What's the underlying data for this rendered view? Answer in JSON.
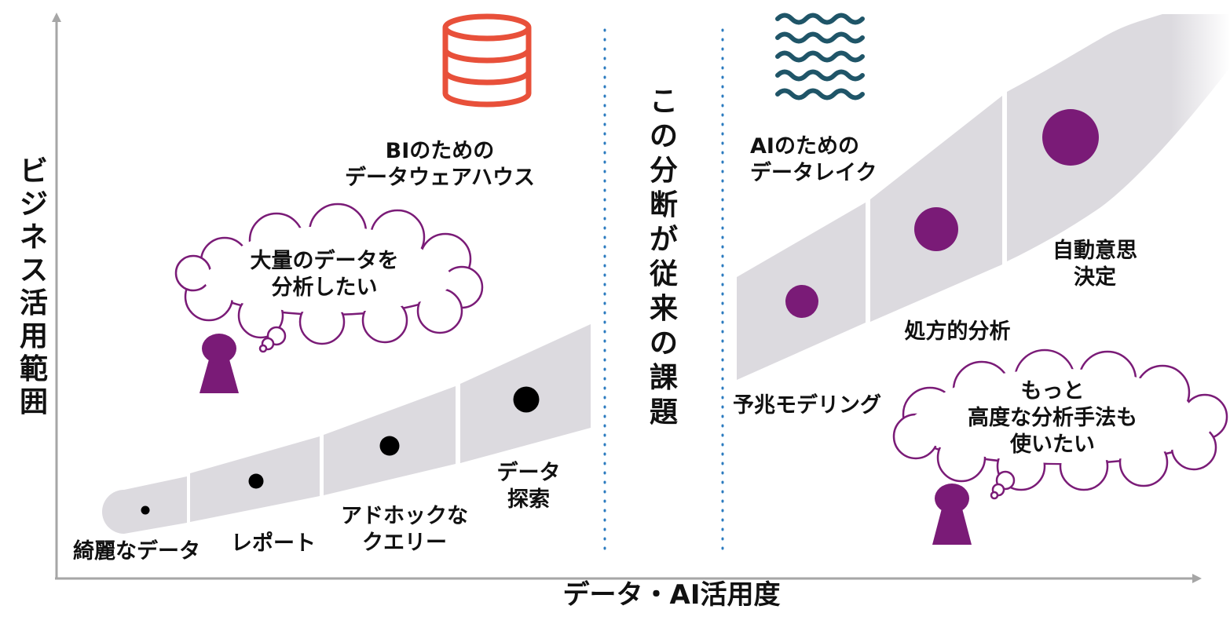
{
  "axes": {
    "y_label_chars": [
      "ビ",
      "ジ",
      "ネ",
      "ス",
      "活",
      "用",
      "範",
      "囲"
    ],
    "x_label": "データ・AI活用度"
  },
  "divider_chars": [
    "こ",
    "の",
    "分",
    "断",
    "が",
    "従",
    "来",
    "の",
    "課",
    "題"
  ],
  "left_section": {
    "heading": [
      "BIのための",
      "データウェアハウス"
    ],
    "icon": "database-icon",
    "thought": [
      "大量のデータを",
      "分析したい"
    ],
    "stages": [
      {
        "label": [
          "綺麗なデータ"
        ],
        "level": 1
      },
      {
        "label": [
          "レポート"
        ],
        "level": 2
      },
      {
        "label": [
          "アドホックな",
          "クエリー"
        ],
        "level": 3
      },
      {
        "label": [
          "データ",
          "探索"
        ],
        "level": 4
      }
    ]
  },
  "right_section": {
    "heading": [
      "AIのための",
      "データレイク"
    ],
    "icon": "waves-icon",
    "thought": [
      "もっと",
      "高度な分析手法も",
      "使いたい"
    ],
    "stages": [
      {
        "label": [
          "予兆モデリング"
        ],
        "level": 5
      },
      {
        "label": [
          "処方的分析"
        ],
        "level": 6
      },
      {
        "label": [
          "自動意思",
          "決定"
        ],
        "level": 7
      }
    ]
  },
  "colors": {
    "database": "#e8503a",
    "waves": "#1f5568",
    "purple": "#7a1b77",
    "band": "#dcdadf",
    "divider": "#2b7bbf",
    "axis": "#a6a6a6"
  }
}
